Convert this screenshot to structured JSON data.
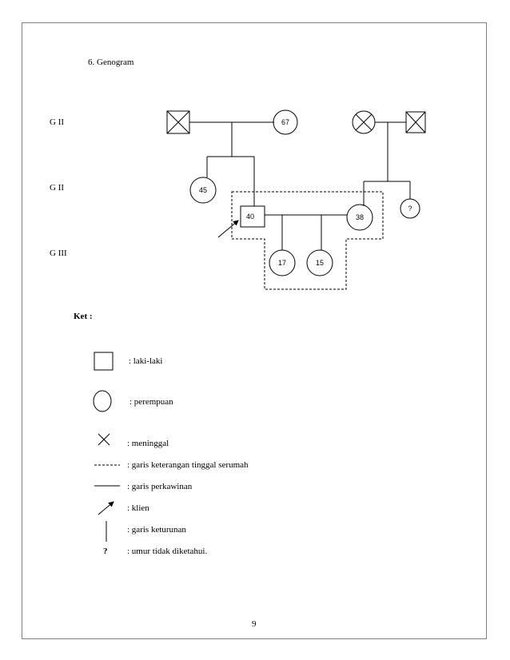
{
  "section_title": "6.   Genogram",
  "generation_labels": [
    "G II",
    "G II",
    "G III"
  ],
  "individuals": {
    "grandmother_paternal_age": "67",
    "aunt_age": "45",
    "client_age": "40",
    "wife_age": "38",
    "child1_age": "17",
    "child2_age": "15",
    "sibling_unknown": "?"
  },
  "legend": {
    "heading": "Ket :",
    "male": ": laki-laki",
    "female": ": perempuan",
    "deceased": ": meninggal",
    "household": ": garis keterangan tinggal serumah",
    "marriage": ": garis perkawinan",
    "client": ": klien",
    "descent": ": garis keturunan",
    "unknown_symbol": "?",
    "unknown": ": umur tidak diketahui."
  },
  "page_number": "9"
}
